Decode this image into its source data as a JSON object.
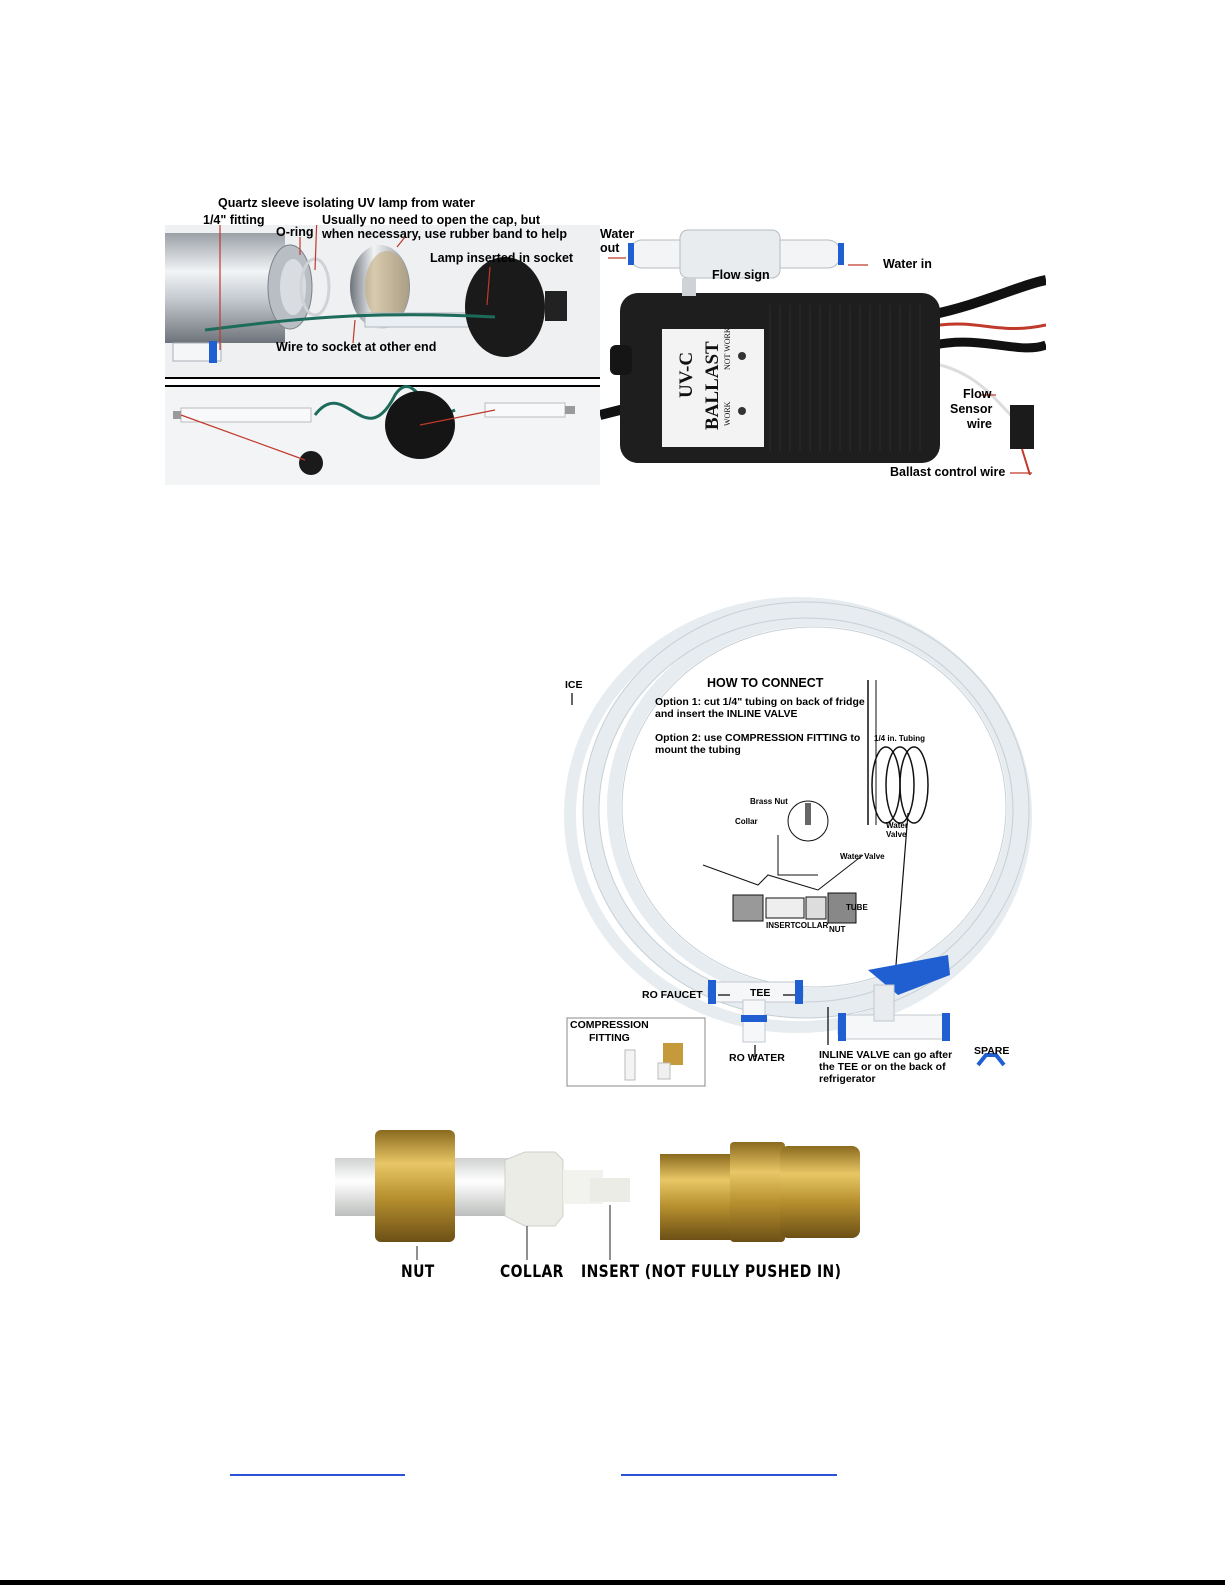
{
  "uv_lamp_photo": {
    "labels": {
      "quartz_sleeve": "Quartz sleeve isolating UV lamp from water",
      "fitting": "1/4\" fitting",
      "o_ring": "O-ring",
      "cap_note_1": "Usually no need to open the cap, but",
      "cap_note_2": "when necessary, use rubber band to help",
      "lamp_socket": "Lamp inserted in socket",
      "wire_socket": "Wire to socket at other end"
    }
  },
  "ballast_photo": {
    "labels": {
      "water_out_1": "Water",
      "water_out_2": "out",
      "flow_sign": "Flow sign",
      "water_in": "Water in",
      "flow_1": "Flow",
      "flow_2": "Sensor",
      "flow_3": "wire",
      "ballast_control": "Ballast control wire",
      "panel_title_1": "UV-C",
      "panel_title_2": "BALLAST",
      "work": "WORK",
      "not_work": "NOT WORK"
    }
  },
  "tubing_kit": {
    "how_title": "HOW TO CONNECT",
    "option1_a": "Option 1: cut 1/4\" tubing on back of fridge",
    "option1_b": "and insert the INLINE VALVE",
    "option2_a": "Option 2: use COMPRESSION FITTING to",
    "option2_b": "mount the tubing",
    "diagram": {
      "tubing": "1/4 in. Tubing",
      "brass_nut": "Brass Nut",
      "collar": "Collar",
      "water_valve_1": "Water",
      "water_valve_2": "Valve",
      "water_valve_bottom": "Water Valve",
      "insert": "INSERT",
      "collar2": "COLLAR",
      "nut": "NUT",
      "tube": "TUBE"
    },
    "ice": "ICE",
    "ro_faucet": "RO FAUCET",
    "tee": "TEE",
    "ro_water": "RO WATER",
    "compression_1": "COMPRESSION",
    "compression_2": "FITTING",
    "inline_1": "INLINE VALVE can go after",
    "inline_2": "the TEE or on the back of",
    "inline_3": "refrigerator",
    "spare": "SPARE"
  },
  "fitting_photo": {
    "nut": "NUT",
    "collar": "COLLAR",
    "insert": "INSERT (NOT FULLY PUSHED IN)"
  },
  "colors": {
    "link": "#2a52d8",
    "brass": "#b8912f",
    "blue_fitting": "#1f5fd1"
  }
}
